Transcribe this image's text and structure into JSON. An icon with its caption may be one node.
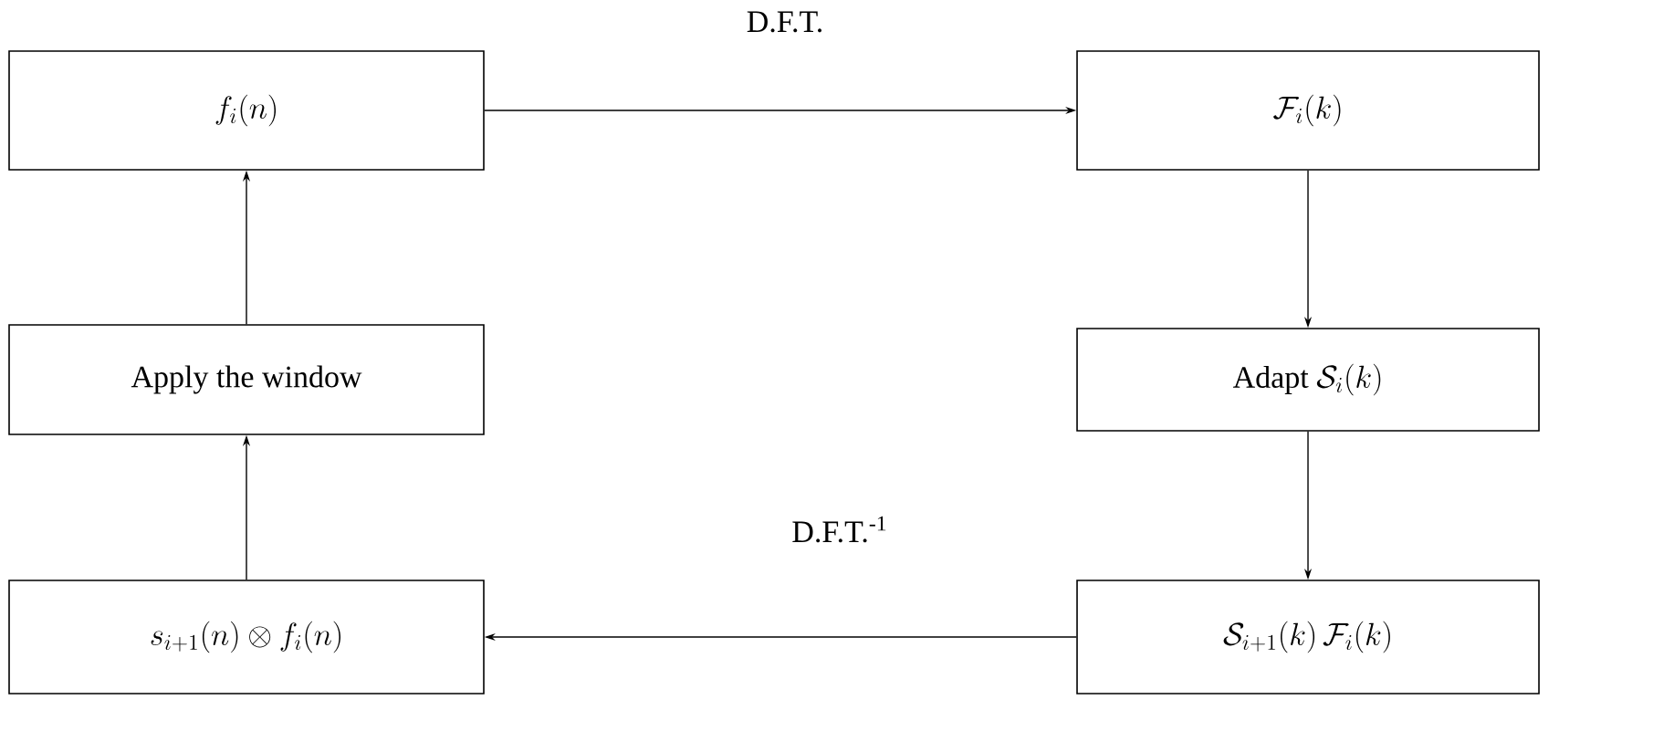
{
  "diagram": {
    "nodes": [
      {
        "text": [
          "f_i(n)"
        ]
      },
      {
        "text": [
          "\\mathcal{F}_i(k)"
        ]
      },
      {
        "text": [
          "\\mbox{Adapt }\\mathcal{S}_i(k)"
        ]
      },
      {
        "text": [
          "\\mathcal{S}_{i+1}(k)\\,\\mathcal{F}_i(k)"
        ]
      },
      {
        "text": [
          "s_{i+1}(n)\\otimes f_i(n)"
        ]
      },
      {
        "text": [
          "Apply the window"
        ]
      }
    ],
    "edges": [
      {
        "from": 0,
        "to": 1,
        "arrow": "to",
        "label": "D.F.T."
      },
      {
        "from": 1,
        "to": 2,
        "arrow": "to"
      },
      {
        "from": 2,
        "to": 3,
        "arrow": "to"
      },
      {
        "from": 3,
        "to": 4,
        "arrow": "to",
        "label": "D.F.T.$^{-1}$"
      },
      {
        "from": 4,
        "to": 5,
        "arrow": "to"
      },
      {
        "from": 5,
        "to": 0,
        "arrow": "to"
      }
    ]
  }
}
